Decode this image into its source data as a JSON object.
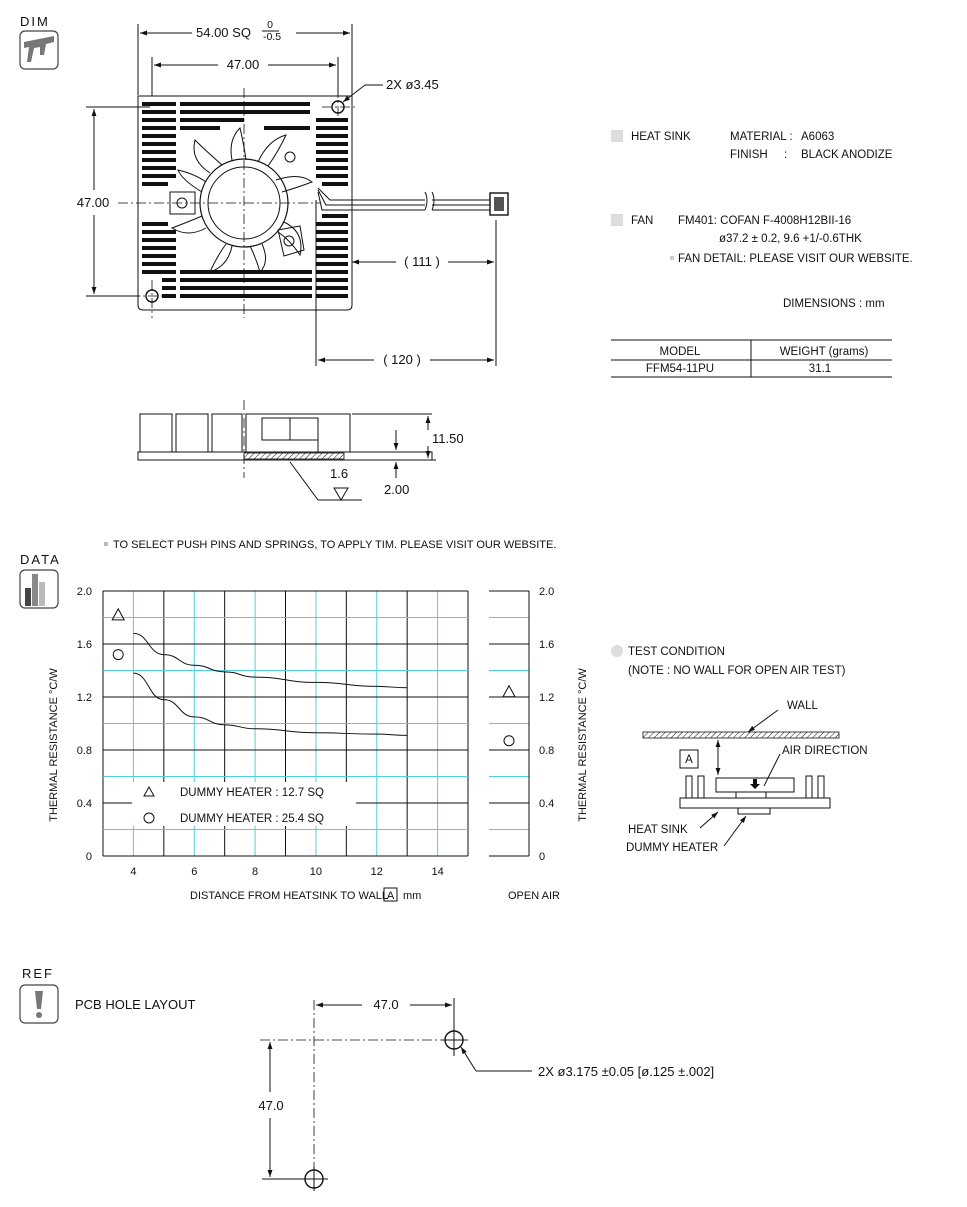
{
  "sections": {
    "dim": "DIM",
    "data": "DATA",
    "ref": "REF"
  },
  "icons": {
    "dim": "caliper-icon",
    "data": "bar-chart-icon",
    "ref": "exclamation-icon"
  },
  "dims": {
    "overall": "54.00 SQ",
    "tol_upper": "0",
    "tol_lower": "-0.5",
    "hole_pitch_h": "47.00",
    "hole_pitch_v": "47.00",
    "holes": "2X ø3.45",
    "cable_111": "( 111 )",
    "cable_120": "( 120 )",
    "height": "11.50",
    "base": "2.00",
    "recess": "1.6"
  },
  "specs": {
    "heat_sink_label": "HEAT SINK",
    "material_label": "MATERIAL :",
    "material_value": "A6063",
    "finish_label": "FINISH",
    "finish_sep": ":",
    "finish_value": "BLACK ANODIZE",
    "fan_label": "FAN",
    "fan_model": "FM401: COFAN F-4008H12BII-16",
    "fan_dims": "ø37.2 ± 0.2, 9.6 +1/-0.6THK",
    "fan_detail": "FAN DETAIL: PLEASE VISIT OUR WEBSITE.",
    "dimensions_unit": "DIMENSIONS   :   mm"
  },
  "model_table": {
    "headers": [
      "MODEL",
      "WEIGHT  (grams)"
    ],
    "rows": [
      [
        "FFM54-11PU",
        "31.1"
      ]
    ]
  },
  "note": "TO SELECT PUSH PINS AND SPRINGS, TO APPLY TIM.  PLEASE VISIT OUR WEBSITE.",
  "chart_data": {
    "type": "line",
    "xlabel_prefix": "DISTANCE FROM HEATSINK TO WALL",
    "xlabel_box": "A",
    "xlabel_suffix": "mm",
    "ylabel": "THERMAL  RESISTANCE  °C/W",
    "ylabel_right": "THERMAL  RESISTANCE  °C/W",
    "open_air_label": "OPEN AIR",
    "xlim": [
      3,
      15
    ],
    "ylim": [
      0,
      2.0
    ],
    "x_ticks": [
      4,
      6,
      8,
      10,
      12,
      14
    ],
    "y_ticks": [
      0,
      0.4,
      0.8,
      1.2,
      1.6,
      2.0
    ],
    "y_tick_labels": [
      "0",
      "0.4",
      "0.8",
      "1.2",
      "1.6",
      "2.0"
    ],
    "grid": true,
    "series": [
      {
        "name": "DUMMY HEATER :   12.7 SQ",
        "marker": "triangle",
        "x": [
          3.5,
          4.0,
          5.0,
          6.0,
          7.0,
          8.0,
          10.0,
          12.0,
          13.0
        ],
        "y": [
          1.82,
          1.68,
          1.52,
          1.44,
          1.39,
          1.35,
          1.31,
          1.28,
          1.27
        ],
        "open_air": 1.24
      },
      {
        "name": "DUMMY HEATER :   25.4 SQ",
        "marker": "circle",
        "x": [
          3.5,
          4.0,
          5.0,
          6.0,
          7.0,
          8.0,
          10.0,
          12.0,
          13.0
        ],
        "y": [
          1.52,
          1.38,
          1.18,
          1.05,
          0.99,
          0.96,
          0.93,
          0.92,
          0.91
        ],
        "open_air": 0.87
      }
    ]
  },
  "test": {
    "title": "TEST CONDITION",
    "note": "(NOTE : NO WALL FOR OPEN AIR TEST)",
    "wall": "WALL",
    "air": "AIR DIRECTION",
    "heat_sink": "HEAT SINK",
    "dummy": "DUMMY HEATER",
    "a": "A"
  },
  "pcb": {
    "title": "PCB HOLE LAYOUT",
    "pitch_h": "47.0",
    "pitch_v": "47.0",
    "holes": "2X  ø3.175 ±0.05 [ø.125 ±.002]"
  }
}
